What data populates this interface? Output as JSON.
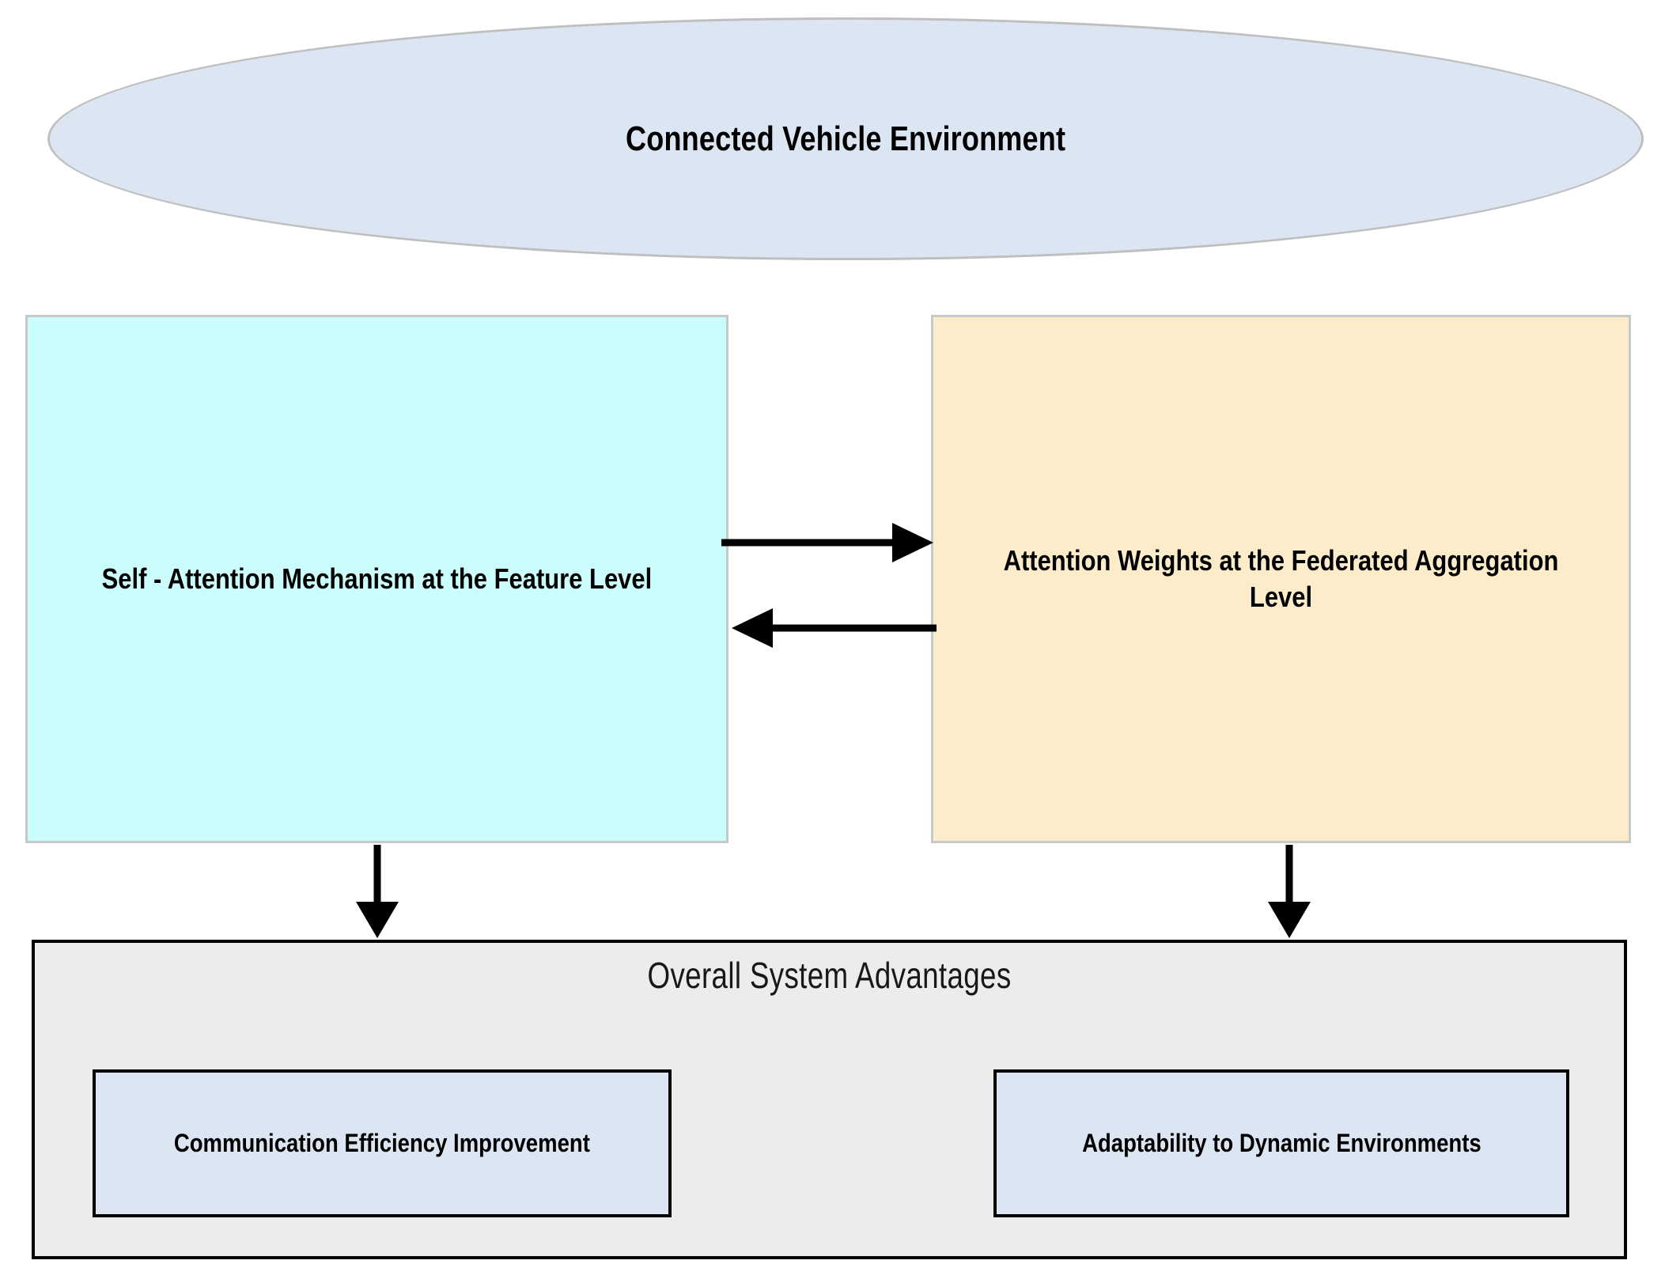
{
  "diagram": {
    "environment": {
      "label": "Connected Vehicle Environment",
      "shape": "ellipse",
      "fill": "#dce6f2",
      "stroke": "#bfbfbf"
    },
    "nodes": [
      {
        "id": "self-attention",
        "label": "Self - Attention Mechanism at the Feature Level",
        "fill": "#ccfdfd",
        "stroke": "#c6c9ca"
      },
      {
        "id": "attention-weights",
        "label": "Attention Weights at the Federated Aggregation Level",
        "fill": "#fcecca",
        "stroke": "#c6c9ca"
      }
    ],
    "edges": [
      {
        "from": "self-attention",
        "to": "attention-weights",
        "direction": "right"
      },
      {
        "from": "attention-weights",
        "to": "self-attention",
        "direction": "left"
      },
      {
        "from": "self-attention",
        "to": "overall-advantages",
        "direction": "down"
      },
      {
        "from": "attention-weights",
        "to": "overall-advantages",
        "direction": "down"
      }
    ],
    "advantages": {
      "title": "Overall System Advantages",
      "fill": "#ececec",
      "stroke": "#000000",
      "cards": [
        {
          "id": "communication-efficiency",
          "label": "Communication Efficiency Improvement",
          "fill": "#dce6f2",
          "stroke": "#000000"
        },
        {
          "id": "adaptability",
          "label": "Adaptability to Dynamic Environments",
          "fill": "#dce6f2",
          "stroke": "#000000"
        }
      ]
    },
    "arrow_color": "#000000"
  }
}
